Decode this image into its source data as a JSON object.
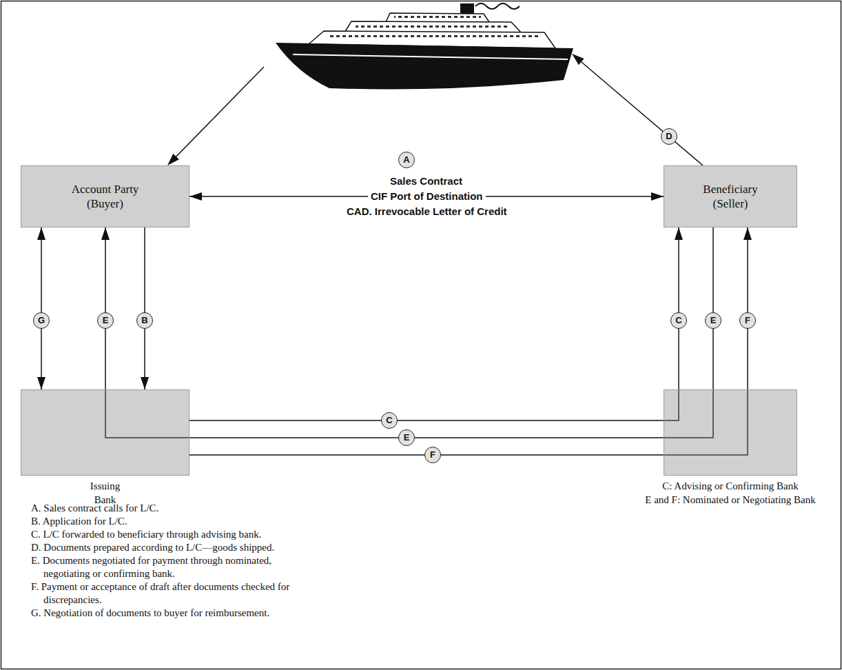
{
  "diagram": {
    "nodes": [
      {
        "text": [
          "Account Party (Buyer)"
        ]
      },
      {
        "text": [
          "Beneficiary (Seller)"
        ]
      },
      {
        "text": [
          "Issuing Bank"
        ]
      },
      {
        "text": [
          "C: Advising or Confirming Bank",
          "E and F: Nominated or Negotiating Bank"
        ]
      }
    ],
    "edges": [
      {
        "from": 0,
        "to": 1,
        "arrow": "both",
        "label": "CIF Port of Destination"
      },
      {
        "from": 0,
        "to": 2,
        "arrow": "both",
        "label": "G"
      },
      {
        "from": 2,
        "to": 0,
        "arrow": "to",
        "label": "E"
      },
      {
        "from": 0,
        "to": 2,
        "arrow": "to",
        "label": "B"
      },
      {
        "from": 2,
        "to": 3,
        "arrow": "none",
        "label": "C"
      },
      {
        "from": 3,
        "to": 1,
        "arrow": "to",
        "label": "C"
      },
      {
        "from": 1,
        "to": 3,
        "arrow": "none",
        "label": "E"
      },
      {
        "from": 3,
        "to": 2,
        "arrow": "none",
        "label": "E"
      },
      {
        "from": 2,
        "to": 3,
        "arrow": "none",
        "label": "F"
      },
      {
        "from": 3,
        "to": 1,
        "arrow": "to",
        "label": "F"
      }
    ],
    "labels": [
      "A",
      "Sales Contract",
      "CAD. Irrevocable Letter of Credit",
      "D",
      "A. Sales contract calls for L/C.",
      "B. Application for L/C.",
      "C. L/C forwarded to beneficiary through advising bank.",
      "D. Documents prepared according to L/C—goods shipped.",
      "E. Documents negotiated for payment through nominated, negotiating or confirming bank.",
      "F. Payment or acceptance of draft after documents checked for discrepancies.",
      "G. Negotiation of documents to buyer for reimbursement."
    ]
  }
}
